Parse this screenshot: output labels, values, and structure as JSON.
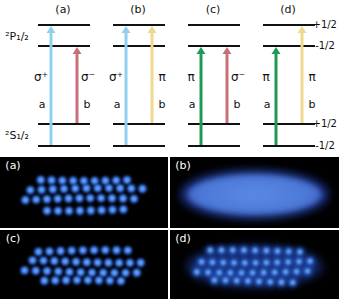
{
  "diagram": {
    "labels": [
      "(a)",
      "(b)",
      "(c)",
      "(d)",
      "+1/2",
      "²P₁/₂",
      "-1/2",
      "+1/2",
      "²S₁/₂",
      "-1/2",
      "σ⁺",
      "a",
      "σ⁻",
      "b",
      "σ⁺",
      "a",
      "π",
      "b",
      "π",
      "a",
      "σ⁻",
      "b",
      "π",
      "a",
      "π",
      "b",
      "(a)",
      "(b)",
      "(c)",
      "(d)"
    ]
  }
}
